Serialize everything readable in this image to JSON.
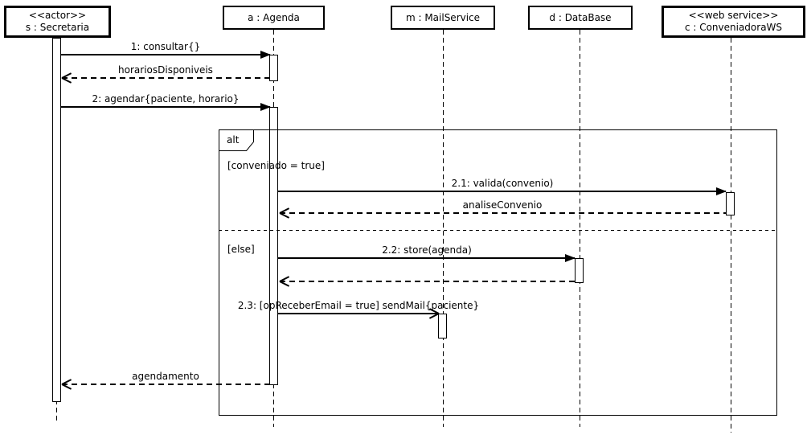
{
  "diagram": {
    "type": "uml-sequence-diagram",
    "colors": {
      "line": "#000000",
      "background": "#ffffff"
    },
    "lifelines": [
      {
        "id": "secretaria",
        "stereotype": "<<actor>>",
        "name": "s : Secretaria"
      },
      {
        "id": "agenda",
        "stereotype": "",
        "name": "a : Agenda"
      },
      {
        "id": "mailservice",
        "stereotype": "",
        "name": "m : MailService"
      },
      {
        "id": "database",
        "stereotype": "",
        "name": "d : DataBase"
      },
      {
        "id": "conveniadora",
        "stereotype": "<<web service>>",
        "name": "c : ConveniadoraWS"
      }
    ],
    "fragment": {
      "operator": "alt",
      "guards": [
        "[conveniado = true]",
        "[else]"
      ]
    },
    "messages": [
      {
        "label": "1: consultar{}",
        "type": "sync",
        "from": "secretaria",
        "to": "agenda"
      },
      {
        "label": "horariosDisponiveis",
        "type": "reply",
        "from": "agenda",
        "to": "secretaria"
      },
      {
        "label": "2: agendar{paciente, horario}",
        "type": "sync",
        "from": "secretaria",
        "to": "agenda"
      },
      {
        "label": "2.1: valida(convenio)",
        "type": "sync",
        "from": "agenda",
        "to": "conveniadora"
      },
      {
        "label": "analiseConvenio",
        "type": "reply",
        "from": "conveniadora",
        "to": "agenda"
      },
      {
        "label": "2.2: store(agenda)",
        "type": "sync",
        "from": "agenda",
        "to": "database"
      },
      {
        "label": "",
        "type": "reply",
        "from": "database",
        "to": "agenda"
      },
      {
        "label": "2.3: [opReceberEmail = true] sendMail{paciente}",
        "type": "async",
        "from": "agenda",
        "to": "mailservice"
      },
      {
        "label": "agendamento",
        "type": "reply",
        "from": "agenda",
        "to": "secretaria"
      }
    ]
  }
}
